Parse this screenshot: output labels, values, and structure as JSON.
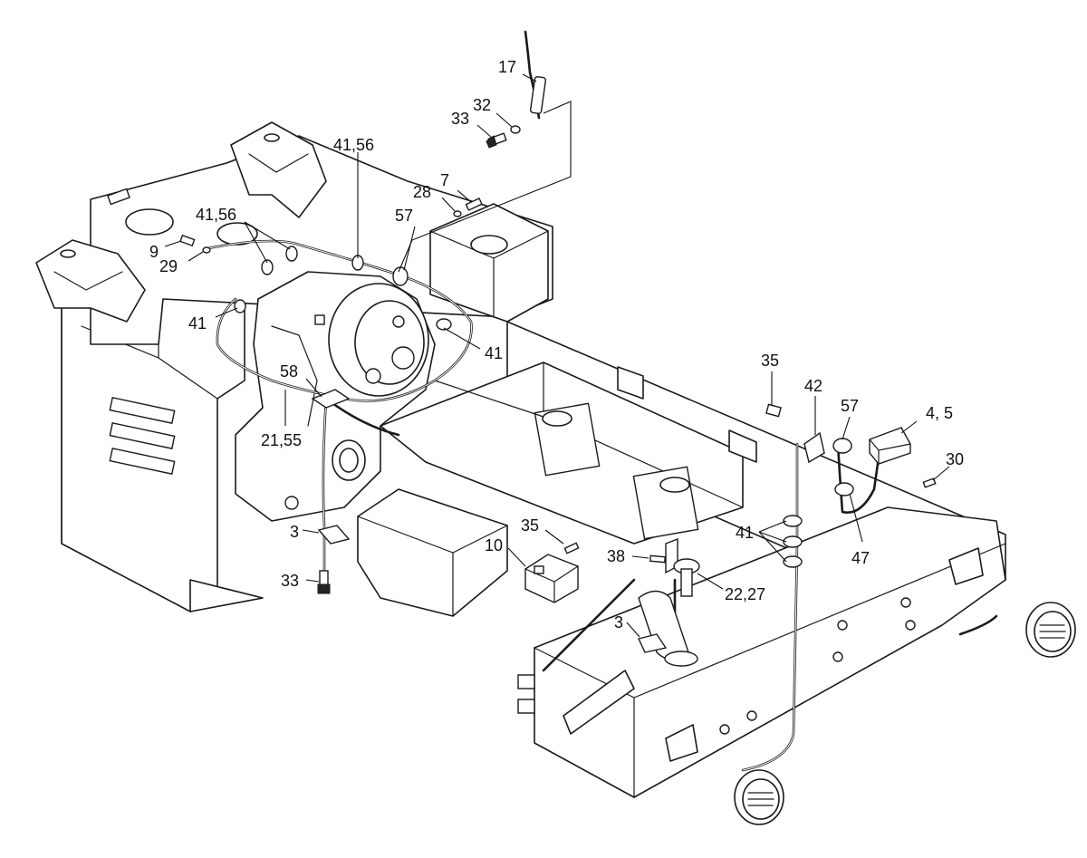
{
  "callouts": {
    "c17": "17",
    "c32": "32",
    "c33_top": "33",
    "c41_56_top": "41,56",
    "c7": "7",
    "c28": "28",
    "c57_top": "57",
    "c41_56_left": "41,56",
    "c9": "9",
    "c29": "29",
    "c41_left": "41",
    "c41_right": "41",
    "c58": "58",
    "c21_55": "21,55",
    "c3_left": "3",
    "c33_bottom": "33",
    "c35_right": "35",
    "c42": "42",
    "c57_right": "57",
    "c4_5": "4, 5",
    "c30": "30",
    "c41_lower": "41",
    "c47": "47",
    "c35_mid": "35",
    "c10": "10",
    "c38": "38",
    "c22_27": "22,27",
    "c3_mid": "3"
  }
}
